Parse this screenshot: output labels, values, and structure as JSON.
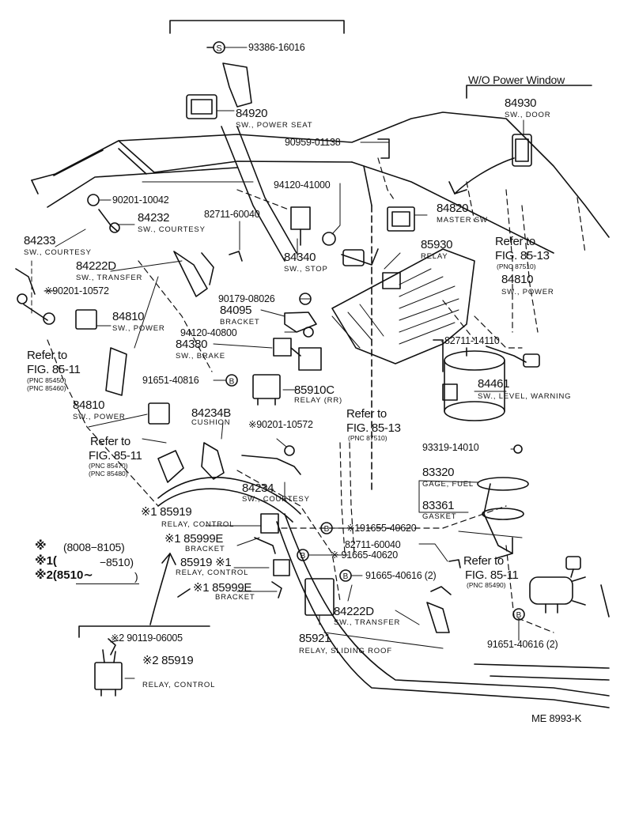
{
  "diagram": {
    "header": "W/O Power Window",
    "code": "ME  8993-K",
    "symbols": {
      "s": "S",
      "b": "B"
    },
    "legend": {
      "r1": [
        "※",
        "(8008−8105)"
      ],
      "r2": [
        "※1(",
        "−8510)"
      ],
      "r3": [
        "※2(8510∼",
        ")"
      ]
    },
    "parts": [
      {
        "pn": "93386-16016"
      },
      {
        "pn": "84920",
        "name": "SW., POWER SEAT"
      },
      {
        "pn": "84930",
        "name": "SW., DOOR"
      },
      {
        "pn": "90959-01138"
      },
      {
        "pn": "90201-10042"
      },
      {
        "pn": "84232",
        "name": "SW., COURTESY"
      },
      {
        "pn": "94120-41000"
      },
      {
        "pn": "84820",
        "name": "MASTER SW"
      },
      {
        "pn": "82711-60040"
      },
      {
        "pn": "84233",
        "name": "SW., COURTESY"
      },
      {
        "pn": "84222D",
        "name": "SW., TRANSFER"
      },
      {
        "pn": "※90201-10572"
      },
      {
        "pn": "84810",
        "name": "SW., POWER"
      },
      {
        "pn": "85930",
        "name": "RELAY"
      },
      {
        "pn": "84340",
        "name": "SW., STOP"
      },
      {
        "pn": "84810",
        "name": "SW., POWER"
      },
      {
        "pn": "90179-08026"
      },
      {
        "pn": "84095",
        "name": "BRACKET"
      },
      {
        "pn": "94120-40800"
      },
      {
        "pn": "84380",
        "name": "SW., BRAKE"
      },
      {
        "pn": "82711-14110"
      },
      {
        "pn": "91651-40816"
      },
      {
        "pn": "85910C",
        "name": "RELAY (RR)"
      },
      {
        "pn": "84461",
        "name": "SW., LEVEL, WARNING"
      },
      {
        "pn": "84810",
        "name": "SW., POWER"
      },
      {
        "pn": "84234B",
        "name": "CUSHION"
      },
      {
        "pn": "※90201-10572"
      },
      {
        "pn": "93319-14010"
      },
      {
        "pn": "83320",
        "name": "GAGE, FUEL"
      },
      {
        "pn": "84234",
        "name": "SW., COURTESY"
      },
      {
        "pn": "83361",
        "name": "GASKET"
      },
      {
        "pn": "※1 85919",
        "name": "RELAY, CONTROL"
      },
      {
        "pn": "※191655-40620"
      },
      {
        "pn": "※1 85999E",
        "name": "BRACKET"
      },
      {
        "pn": "82711-60040"
      },
      {
        "pn": "85919 ※1",
        "name": "RELAY, CONTROL"
      },
      {
        "pn": "※ 91665-40620"
      },
      {
        "pn": "91665-40616 (2)"
      },
      {
        "pn": "※1 85999E",
        "name": "BRACKET"
      },
      {
        "pn": "84222D",
        "name": "SW., TRANSFER"
      },
      {
        "pn": "85921",
        "name": "RELAY, SLIDING ROOF"
      },
      {
        "pn": "91651-40616 (2)"
      },
      {
        "pn": "※2 90119-06005"
      },
      {
        "pn": "※2 85919",
        "name": "RELAY, CONTROL"
      }
    ],
    "refs": [
      {
        "title": "Refer to",
        "fig": "FIG. 85-11",
        "pnc": [
          "(PNC 85450)",
          "(PNC 85460)"
        ]
      },
      {
        "title": "Refer to",
        "fig": "FIG. 85-11",
        "pnc": [
          "(PNC 85470)",
          "(PNC 85480)"
        ]
      },
      {
        "title": "Refer to",
        "fig": "FIG. 85-13",
        "pnc": [
          "(PNC 87510)"
        ]
      },
      {
        "title": "Refer to",
        "fig": "FIG. 85-13",
        "pnc": [
          "(PNC 87510)"
        ]
      },
      {
        "title": "Refer to",
        "fig": "FIG. 85-11",
        "pnc": [
          "(PNC 85490)"
        ]
      }
    ]
  }
}
